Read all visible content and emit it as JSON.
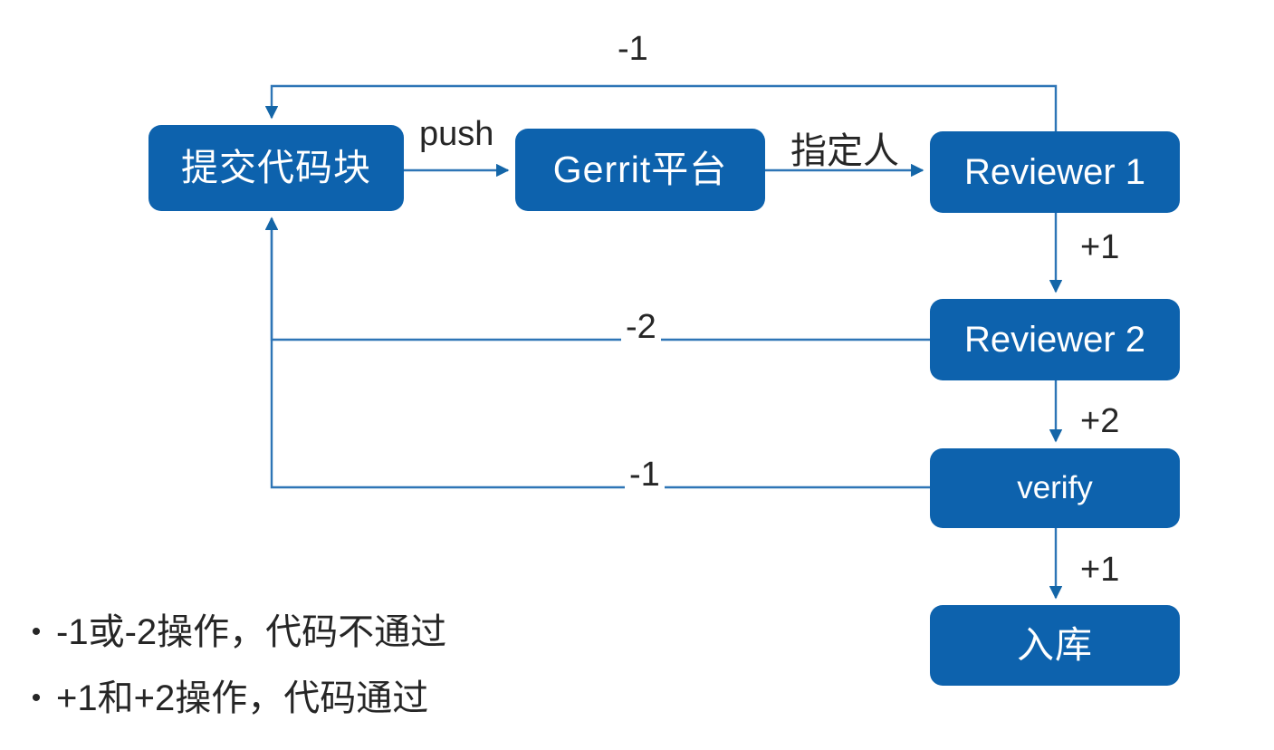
{
  "diagram": {
    "title": "Gerrit code review flow",
    "colors": {
      "node_fill": "#0D62AD",
      "node_text": "#FFFFFF",
      "connector": "#2E75B6",
      "label_text": "#262626",
      "background": "#FFFFFF"
    },
    "nodes": [
      {
        "id": "submit",
        "label": "提交代码块"
      },
      {
        "id": "gerrit",
        "label": "Gerrit平台"
      },
      {
        "id": "reviewer1",
        "label": "Reviewer 1"
      },
      {
        "id": "reviewer2",
        "label": "Reviewer 2"
      },
      {
        "id": "verify",
        "label": "verify"
      },
      {
        "id": "warehouse",
        "label": "入库"
      }
    ],
    "edges": [
      {
        "id": "push",
        "from": "submit",
        "to": "gerrit",
        "label": "push"
      },
      {
        "id": "assign",
        "from": "gerrit",
        "to": "reviewer1",
        "label": "指定人"
      },
      {
        "id": "r1-reject",
        "from": "reviewer1",
        "to": "submit",
        "label": "-1"
      },
      {
        "id": "r1-approve",
        "from": "reviewer1",
        "to": "reviewer2",
        "label": "+1"
      },
      {
        "id": "r2-reject",
        "from": "reviewer2",
        "to": "submit",
        "label": "-2"
      },
      {
        "id": "r2-approve",
        "from": "reviewer2",
        "to": "verify",
        "label": "+2"
      },
      {
        "id": "v-reject",
        "from": "verify",
        "to": "submit",
        "label": "-1"
      },
      {
        "id": "v-approve",
        "from": "verify",
        "to": "warehouse",
        "label": "+1"
      }
    ],
    "bullets": [
      {
        "marker": "•",
        "text": "-1或-2操作，代码不通过"
      },
      {
        "marker": "•",
        "text": "+1和+2操作，代码通过"
      }
    ]
  }
}
